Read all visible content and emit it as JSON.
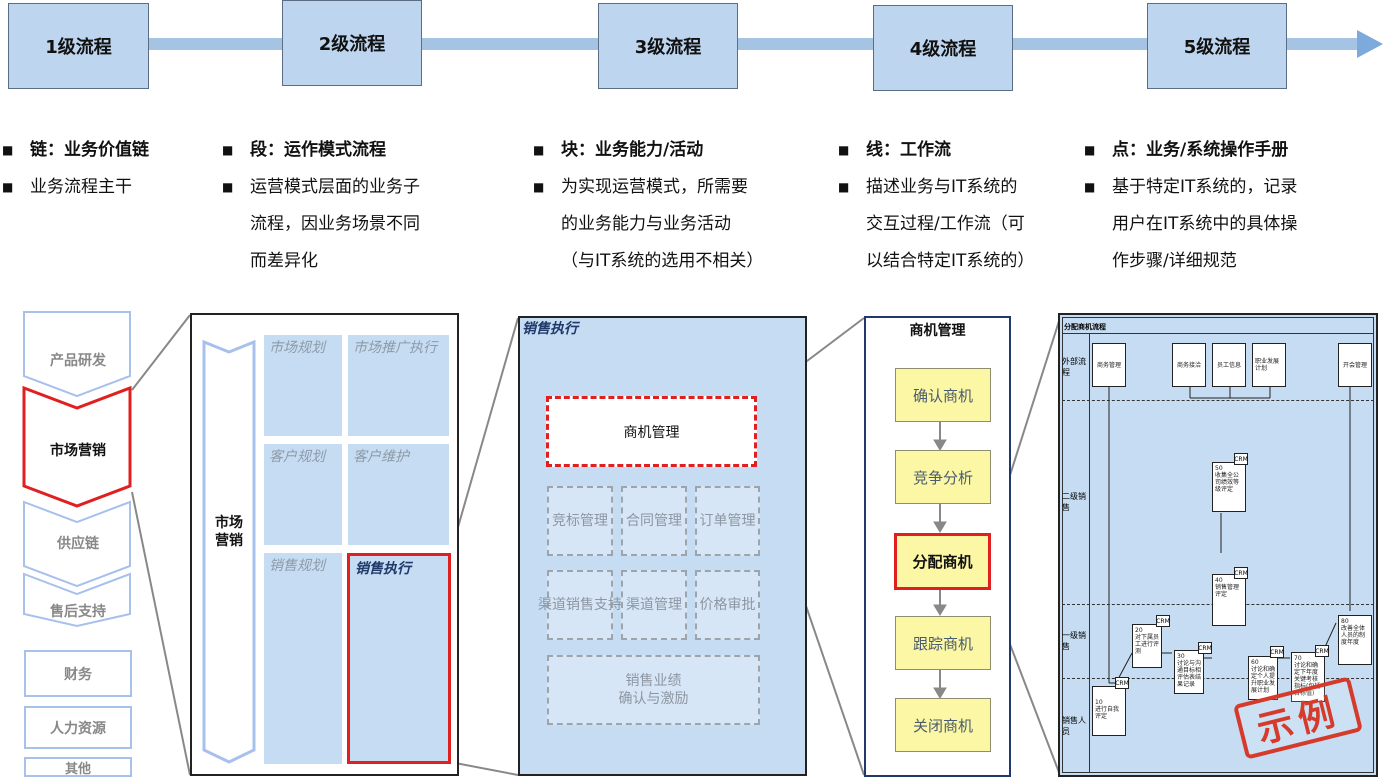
{
  "levels": [
    {
      "label": "1级流程"
    },
    {
      "label": "2级流程"
    },
    {
      "label": "3级流程"
    },
    {
      "label": "4级流程"
    },
    {
      "label": "5级流程"
    }
  ],
  "descriptions": [
    {
      "title": "链：业务价值链",
      "lines": [
        "业务流程主干"
      ]
    },
    {
      "title": "段：运作模式流程",
      "lines": [
        "运营模式层面的业务子",
        "流程，因业务场景不同",
        "而差异化"
      ]
    },
    {
      "title": "块：业务能力/活动",
      "lines": [
        "为实现运营模式，所需要",
        "的业务能力与业务活动",
        "（与IT系统的选用不相关）"
      ]
    },
    {
      "title": "线：工作流",
      "lines": [
        "描述业务与IT系统的",
        "交互过程/工作流（可",
        "以结合特定IT系统的）"
      ]
    },
    {
      "title": "点：业务/系统操作手册",
      "lines": [
        "基于特定IT系统的，记录",
        "用户在IT系统中的具体操",
        "作步骤/详细规范"
      ]
    }
  ],
  "value_chain": {
    "items": [
      "产品研发",
      "市场营销",
      "供应链",
      "售后支持"
    ],
    "support": [
      "财务",
      "人力资源",
      "其他"
    ]
  },
  "level2": {
    "pillar": "市场\n营销",
    "cells": [
      "市场规划",
      "市场推广执行",
      "客户规划",
      "客户维护",
      "销售规划",
      "销售执行"
    ]
  },
  "level3": {
    "title": "销售执行",
    "main": "商机管理",
    "blocks": [
      "竞标管理",
      "合同管理",
      "订单管理",
      "渠道销售支持",
      "渠道管理",
      "价格审批"
    ],
    "bottom": "销售业绩\n确认与激励"
  },
  "level4": {
    "title": "商机管理",
    "steps": [
      "确认商机",
      "竞争分析",
      "分配商机",
      "跟踪商机",
      "关闭商机"
    ]
  },
  "level5": {
    "title": "分配商机流程",
    "lanes": [
      "外部流程",
      "二级销售",
      "一级销售",
      "销售人员"
    ],
    "top_boxes": [
      "商务管理",
      "商务接洽",
      "员工信息",
      "职业发展计划",
      "开会管理"
    ],
    "steps": [
      {
        "num": "10",
        "text": "进行自我评定"
      },
      {
        "num": "20",
        "text": "对下属员工进行评测"
      },
      {
        "num": "30",
        "text": "讨论与沟通目标相评估表结果记录"
      },
      {
        "num": "40",
        "text": "销售管理评定"
      },
      {
        "num": "50",
        "text": "收集全公司绩效等级评定"
      },
      {
        "num": "60",
        "text": "讨论和确定个人提升职业发展计划"
      },
      {
        "num": "70",
        "text": "讨论和确定下年度关键考核指标(包括目标值)"
      },
      {
        "num": "80",
        "text": "改善全体人员的制度年度"
      }
    ],
    "tag": "CRM",
    "stamp": "示例"
  }
}
